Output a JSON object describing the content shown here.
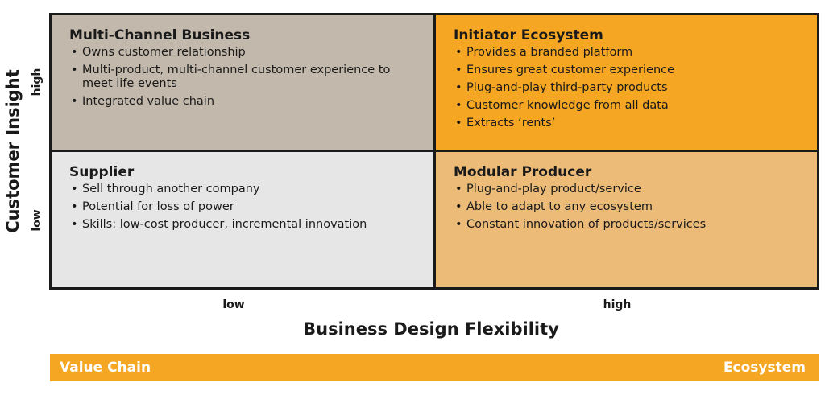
{
  "y_axis": {
    "title": "Customer Insight",
    "high_label": "high",
    "low_label": "low"
  },
  "x_axis": {
    "title": "Business Design Flexibility",
    "low_label": "low",
    "high_label": "high"
  },
  "quadrants": {
    "top_left": {
      "title": "Multi-Channel Business",
      "bullets": [
        "Owns customer relationship",
        "Multi-product, multi-channel customer experience to meet life events",
        "Integrated value chain"
      ],
      "color": "#c2b8ab"
    },
    "top_right": {
      "title": "Initiator Ecosystem",
      "bullets": [
        "Provides a branded platform",
        "Ensures great customer experience",
        "Plug-and-play third-party products",
        "Customer knowledge from all data",
        "Extracts ‘rents’"
      ],
      "color": "#f5a623"
    },
    "bottom_left": {
      "title": "Supplier",
      "bullets": [
        "Sell through another company",
        "Potential for loss of power",
        "Skills: low-cost producer, incremental innovation"
      ],
      "color": "#e6e6e6"
    },
    "bottom_right": {
      "title": "Modular Producer",
      "bullets": [
        "Plug-and-play product/service",
        "Able to adapt to any ecosystem",
        "Constant innovation of products/services"
      ],
      "color": "#ecbb78"
    }
  },
  "spectrum_bar": {
    "left_label": "Value Chain",
    "right_label": "Ecosystem",
    "color": "#f5a623"
  }
}
